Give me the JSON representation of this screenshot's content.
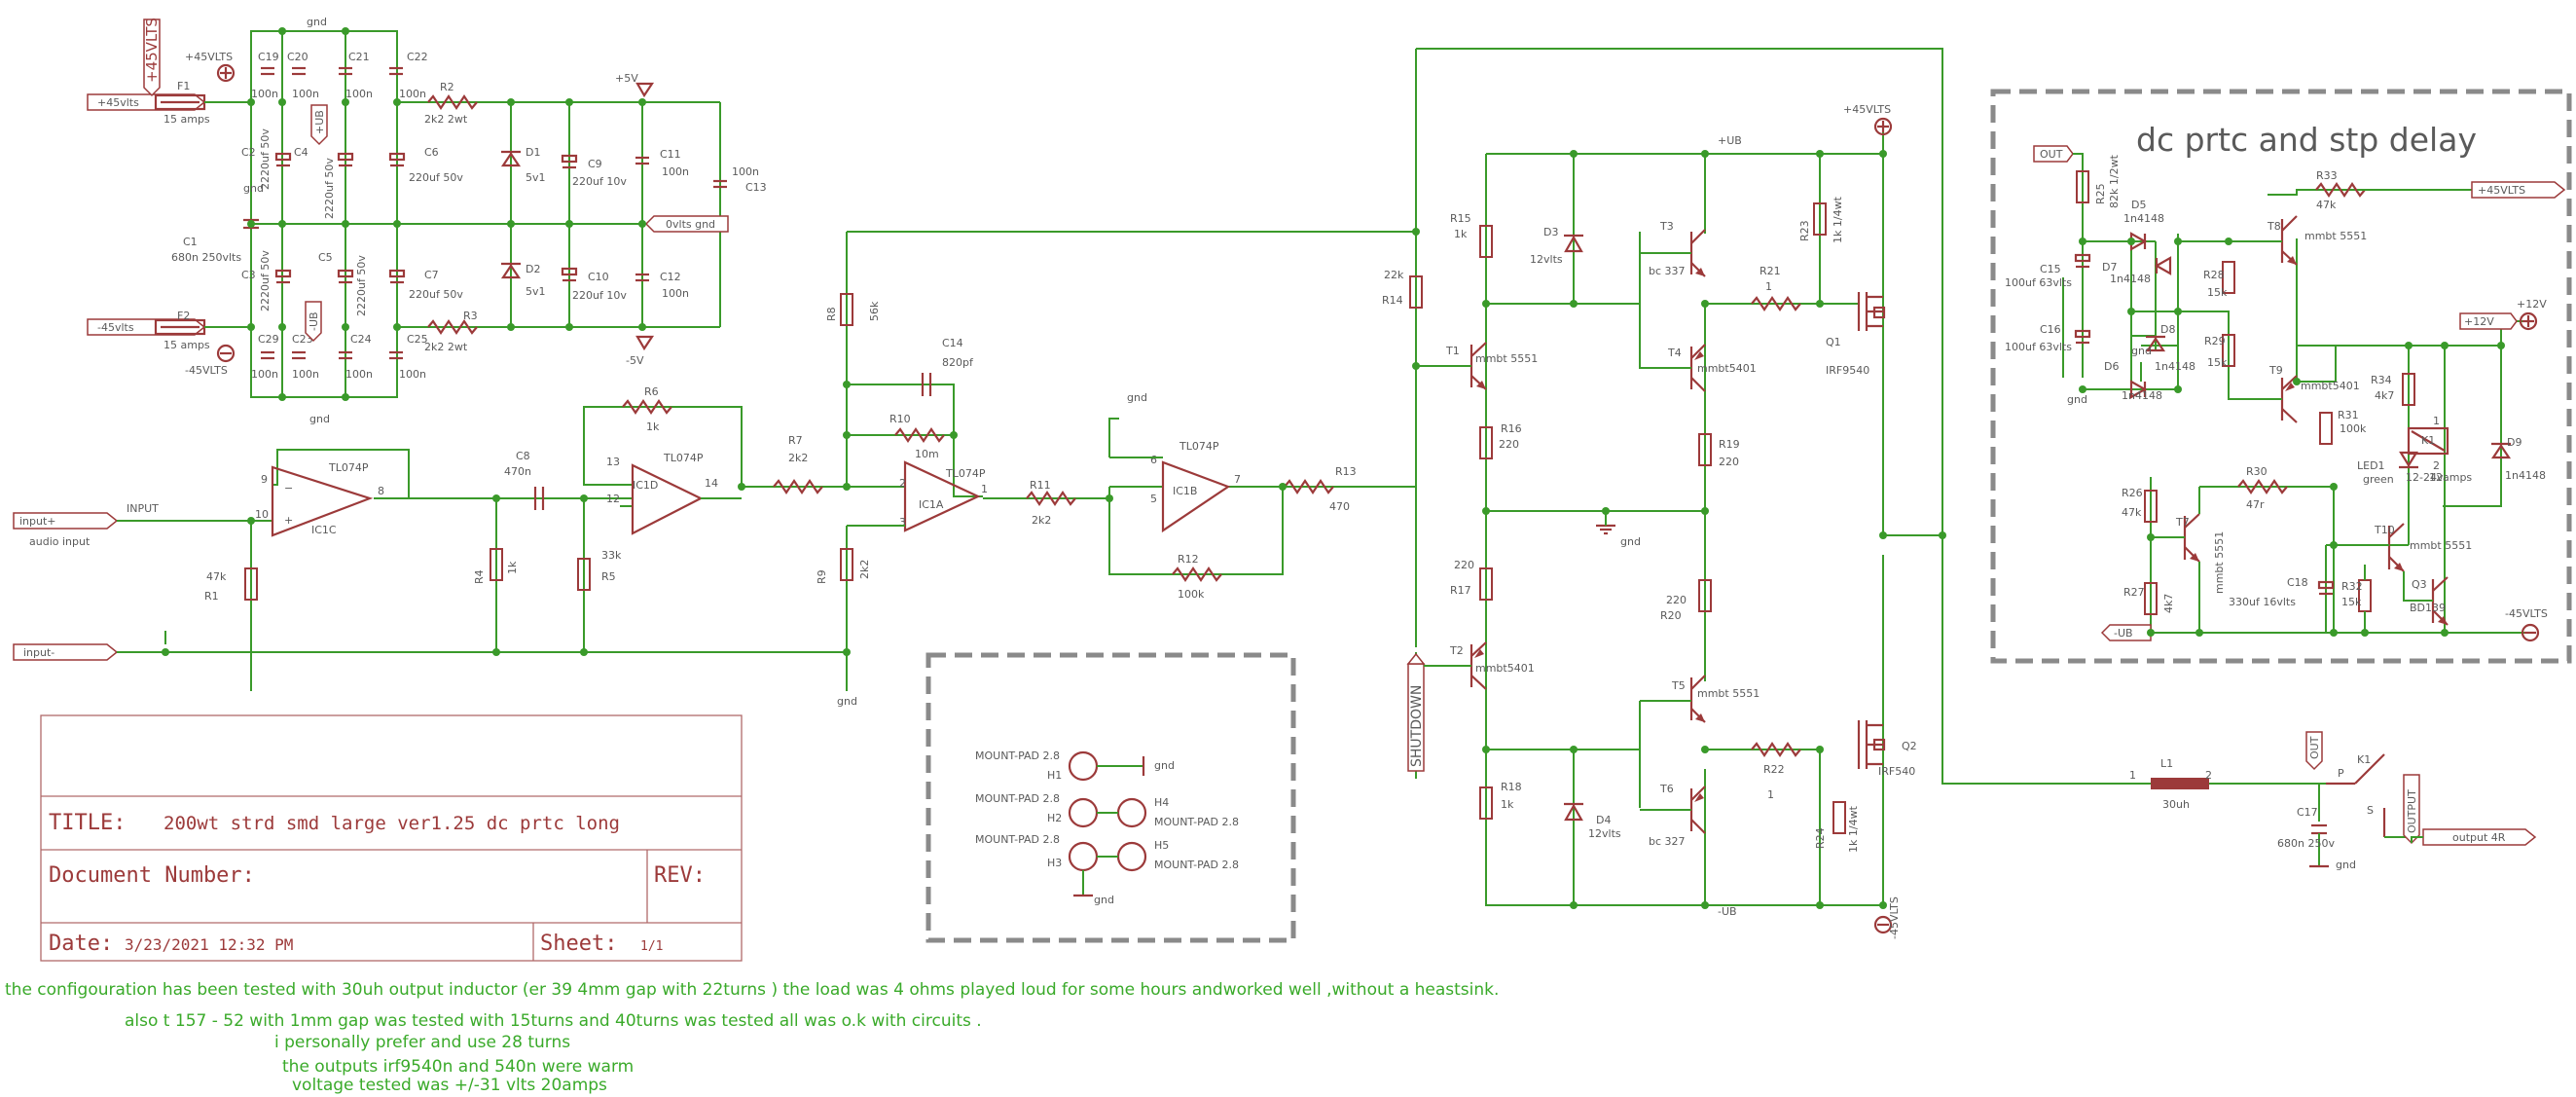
{
  "ports": {
    "p45_left": "+45vlts",
    "m45_left": "-45vlts",
    "input_plus": "input+",
    "input_minus": "input-",
    "input_net": "INPUT",
    "audio_input": "audio input",
    "out1": "OUT",
    "p45_right": "+45VLTS",
    "p12": "+12V",
    "m_ub": "-UB",
    "out2": "OUT",
    "output_flag": "OUTPUT",
    "output_4r": "output 4R",
    "shutdown": "SHUTDOWN",
    "ovlts_gnd": "0vlts gnd",
    "p45_vert": "+45VLTS",
    "ub_plus_flag": "+UB",
    "ub_minus_flag": "-UB"
  },
  "nets": {
    "p45": "+45VLTS",
    "m45": "-45VLTS",
    "p5v": "+5V",
    "m5v": "-5V",
    "gnd": "gnd",
    "ub_plus": "+UB",
    "ub_minus": "-UB",
    "p12": "+12V",
    "m45_r": "-45VLTS"
  },
  "parts": {
    "F1": "F1",
    "F1v": "15 amps",
    "F2": "F2",
    "F2v": "15 amps",
    "C19": "C19",
    "C20": "C20",
    "C21": "C21",
    "C22": "C22",
    "c100n": "100n",
    "C2": "C2",
    "C2v": "2220uf 50v",
    "C4": "C4",
    "C4v": "2220uf 50v",
    "C6": "C6",
    "C6v": "220uf 50v",
    "C1": "C1",
    "C1v": "680n 250vlts",
    "C3": "C3",
    "C3v": "2220uf 50v",
    "C5": "C5",
    "C5v": "2220uf 50v",
    "C7": "C7",
    "C7v": "220uf 50v",
    "C29": "C29",
    "C23": "C23",
    "C24": "C24",
    "C25": "C25",
    "R2": "R2",
    "R2v": "2k2 2wt",
    "R3": "R3",
    "R3v": "2k2 2wt",
    "D1": "D1",
    "D1v": "5v1",
    "D2": "D2",
    "D2v": "5v1",
    "C9": "C9",
    "C9v": "220uf 10v",
    "C10": "C10",
    "C10v": "220uf 10v",
    "C11": "C11",
    "C12": "C12",
    "C13": "C13",
    "IC1C": "IC1C",
    "TL074P": "TL074P",
    "R1": "R1",
    "R1v": "47k",
    "C8": "C8",
    "C8v": "470n",
    "R4": "R4",
    "R4v": "1k",
    "R5": "R5",
    "R5v": "33k",
    "R6": "R6",
    "R6v": "1k",
    "IC1D": "IC1D",
    "R7": "R7",
    "R7v": "2k2",
    "R8": "R8",
    "R8v": "56k",
    "C14": "C14",
    "C14v": "820pf",
    "R10": "R10",
    "R10v": "10m",
    "IC1A": "IC1A",
    "R9": "R9",
    "R9v": "2k2",
    "R11": "R11",
    "R11v": "2k2",
    "IC1B": "IC1B",
    "R12": "R12",
    "R12v": "100k",
    "R13": "R13",
    "R13v": "470",
    "R14": "R14",
    "R14v": "22k",
    "R15": "R15",
    "R15v": "1k",
    "D3": "D3",
    "D3v": "12vlts",
    "T3": "T3",
    "T3v": "bc 337",
    "R21": "R21",
    "R21v": "1",
    "R23": "R23",
    "R23v": "1k 1/4wt",
    "Q1": "Q1",
    "Q1v": "IRF9540",
    "T1": "T1",
    "T1v": "mmbt 5551",
    "T4": "T4",
    "T4v": "mmbt5401",
    "R16": "R16",
    "R16v": "220",
    "R19": "R19",
    "R19v": "220",
    "R17": "R17",
    "R17v": "220",
    "R20": "R20",
    "R20v": "220",
    "T2": "T2",
    "T2v": "mmbt5401",
    "T5": "T5",
    "T5v": "mmbt 5551",
    "R18": "R18",
    "R18v": "1k",
    "D4": "D4",
    "D4v": "12vlts",
    "T6": "T6",
    "T6v": "bc 327",
    "R22": "R22",
    "R22v": "1",
    "R24": "R24",
    "R24v": "1k 1/4wt",
    "Q2": "Q2",
    "Q2v": "IRF540",
    "L1": "L1",
    "L1v": "30uh",
    "C17": "C17",
    "C17v": "680n 250v",
    "K1": "K1",
    "mount": "MOUNT-PAD 2.8",
    "H1": "H1",
    "H2": "H2",
    "H3": "H3",
    "H4": "H4",
    "H5": "H5",
    "R25": "R25",
    "R25v": "82k 1/2wt",
    "D5": "D5",
    "D5v": "1n4148",
    "R33": "R33",
    "R33v": "47k",
    "T8": "T8",
    "T8v": "mmbt 5551",
    "C15": "C15",
    "C15v": "100uf 63vlts",
    "D7": "D7",
    "D7v": "1n4148",
    "R28": "R28",
    "R28v": "15k",
    "C16": "C16",
    "C16v": "100uf 63vlts",
    "D8": "D8",
    "D8v": "1n4148",
    "D6": "D6",
    "D6v": "1n4148",
    "R29": "R29",
    "R29v": "15k",
    "T9": "T9",
    "T9v": "mmbt5401",
    "R34": "R34",
    "R34v": "4k7",
    "R31": "R31",
    "R31v": "100k",
    "K1b": "K1",
    "K1bv": "12amps",
    "K1coil": "12-24v",
    "D9": "D9",
    "D9v": "1n4148",
    "LED1": "LED1",
    "LED1v": "green",
    "R26": "R26",
    "R26v": "47k",
    "R30": "R30",
    "R30v": "47r",
    "T7": "T7",
    "T7v": "mmbt 5551",
    "T10": "T10",
    "T10v": "mmbt 5551",
    "C18": "C18",
    "C18v": "330uf 16vlts",
    "R32": "R32",
    "R32v": "15k",
    "R27": "R27",
    "R27v": "4k7",
    "Q3": "Q3",
    "Q3v": "BD139",
    "relay_lbl": "1",
    "p_lbl": "P",
    "s_lbl": "S"
  },
  "dc_box_title": "dc prtc and stp delay",
  "title_block": {
    "title_label": "TITLE:",
    "title_value": "200wt strd smd large ver1.25 dc prtc long",
    "doc_label": "Document Number:",
    "rev_label": "REV:",
    "date_label": "Date:",
    "date_value": "3/23/2021 12:32 PM",
    "sheet_label": "Sheet:",
    "sheet_value": "1/1"
  },
  "notes": [
    "the configouration has been tested with 30uh output inductor (er 39 4mm gap with 22turns ) the load was 4 ohms  played loud for some hours andworked well ,without a heastsink.",
    "also t 157 - 52 with 1mm gap was tested  with 15turns and 40turns was tested all was o.k with circuits .",
    "i personally prefer and use 28 turns",
    "the outputs irf9540n and 540n  were warm",
    "voltage tested was +/-31 vlts 20amps"
  ],
  "colors": {
    "wire": "#3a9a2a",
    "component": "#9c3a3a",
    "text": "#5a5a5a",
    "note": "#3aaa2a",
    "frame": "#8a8a8a"
  }
}
